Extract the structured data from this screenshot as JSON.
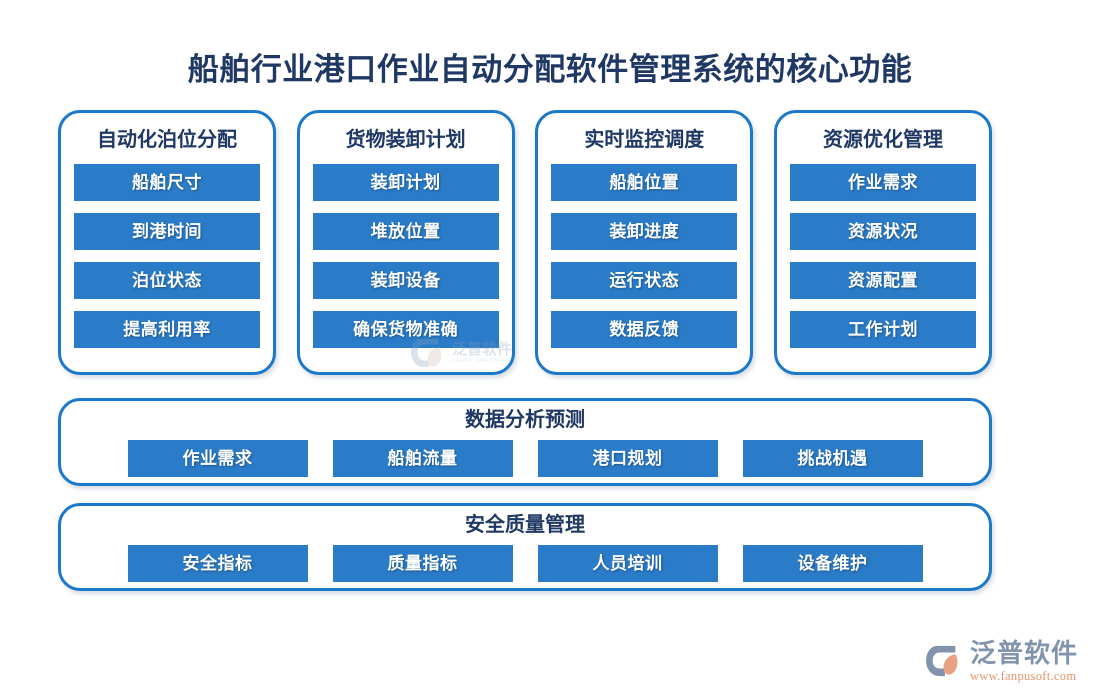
{
  "title": "船舶行业港口作业自动分配软件管理系统的核心功能",
  "theme": {
    "bar_blue": "#2a7bc8",
    "border_blue": "#1c78c8",
    "heading_navy": "#1f3864",
    "background": "#ffffff",
    "brand_gray": "#8294ab",
    "brand_orange": "#e8936a"
  },
  "columns": [
    {
      "heading": "自动化泊位分配",
      "items": [
        "船舶尺寸",
        "到港时间",
        "泊位状态",
        "提高利用率"
      ]
    },
    {
      "heading": "货物装卸计划",
      "items": [
        "装卸计划",
        "堆放位置",
        "装卸设备",
        "确保货物准确"
      ]
    },
    {
      "heading": "实时监控调度",
      "items": [
        "船舶位置",
        "装卸进度",
        "运行状态",
        "数据反馈"
      ]
    },
    {
      "heading": "资源优化管理",
      "items": [
        "作业需求",
        "资源状况",
        "资源配置",
        "工作计划"
      ]
    }
  ],
  "panels": [
    {
      "heading": "数据分析预测",
      "items": [
        "作业需求",
        "船舶流量",
        "港口规划",
        "挑战机遇"
      ]
    },
    {
      "heading": "安全质量管理",
      "items": [
        "安全指标",
        "质量指标",
        "人员培训",
        "设备维护"
      ]
    }
  ],
  "watermark": {
    "name": "泛普软件",
    "sub": "FANPU SOFTWARE"
  },
  "brand": {
    "name": "泛普软件",
    "url": "www.fanpusoft.com"
  }
}
